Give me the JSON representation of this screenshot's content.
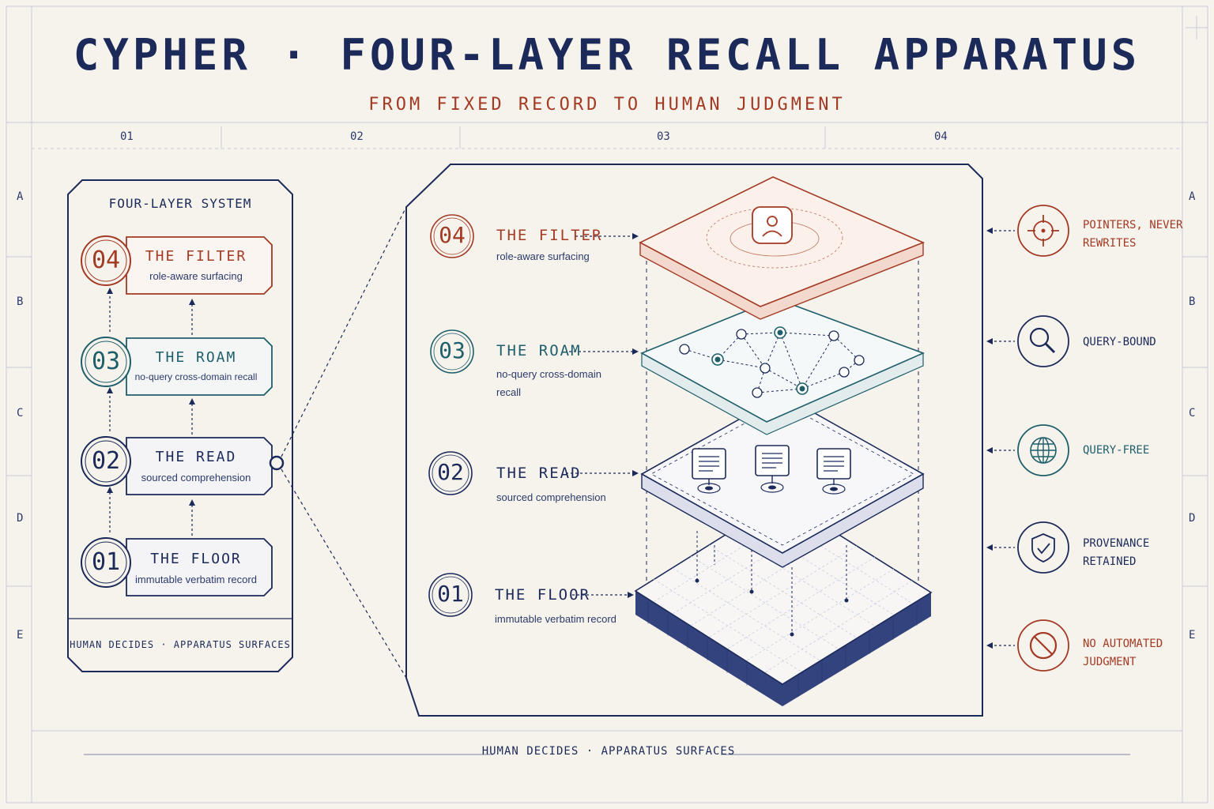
{
  "header": {
    "title": "CYPHER · FOUR-LAYER RECALL APPARATUS",
    "subtitle": "FROM FIXED RECORD TO HUMAN JUDGMENT"
  },
  "grid": {
    "columns": [
      "01",
      "02",
      "03",
      "04"
    ],
    "rows": [
      "A",
      "B",
      "C",
      "D",
      "E"
    ]
  },
  "overview_panel": {
    "title": "FOUR-LAYER SYSTEM",
    "footer": "HUMAN DECIDES · APPARATUS SURFACES",
    "layers": [
      {
        "number": "04",
        "name": "THE FILTER",
        "desc": "role-aware surfacing",
        "color": "#a33a24"
      },
      {
        "number": "03",
        "name": "THE ROAM",
        "desc": "no-query cross-domain recall",
        "color": "#1f5f6b"
      },
      {
        "number": "02",
        "name": "THE READ",
        "desc": "sourced comprehension",
        "color": "#1c2a5a"
      },
      {
        "number": "01",
        "name": "THE FLOOR",
        "desc": "immutable verbatim record",
        "color": "#1c2a5a"
      }
    ]
  },
  "exploded_view": {
    "layers": [
      {
        "number": "04",
        "name": "THE FILTER",
        "desc": "role-aware surfacing",
        "icon": "person-icon"
      },
      {
        "number": "03",
        "name": "THE ROAM",
        "desc": "no-query cross-domain recall",
        "icon": "network-icon"
      },
      {
        "number": "02",
        "name": "THE READ",
        "desc": "sourced comprehension",
        "icon": "document-icon"
      },
      {
        "number": "01",
        "name": "THE FLOOR",
        "desc": "immutable verbatim record",
        "icon": "grid-icon"
      }
    ]
  },
  "properties": [
    {
      "label": "POINTERS, NEVER REWRITES",
      "icon": "crosshair-icon",
      "color": "#a33a24"
    },
    {
      "label": "QUERY-BOUND",
      "icon": "search-icon",
      "color": "#1c2a5a"
    },
    {
      "label": "QUERY-FREE",
      "icon": "globe-icon",
      "color": "#1f5f6b"
    },
    {
      "label": "PROVENANCE RETAINED",
      "icon": "shield-check-icon",
      "color": "#1c2a5a"
    },
    {
      "label": "NO AUTOMATED JUDGMENT",
      "icon": "prohibited-icon",
      "color": "#a33a24"
    }
  ],
  "footer": {
    "text": "HUMAN DECIDES · APPARATUS SURFACES"
  },
  "colors": {
    "navy": "#1c2a5a",
    "rust": "#a33a24",
    "teal": "#1f5f6b",
    "paper": "#f6f3ec"
  }
}
